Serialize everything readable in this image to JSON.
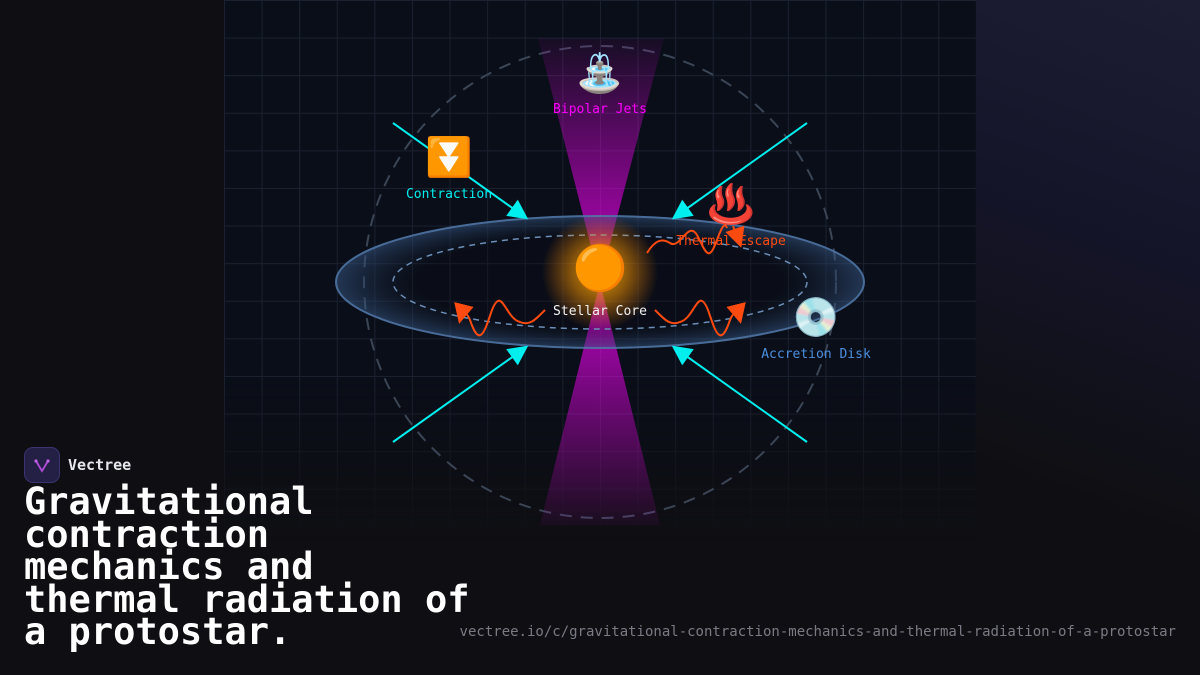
{
  "diagram": {
    "labels": {
      "jets": "Bipolar Jets",
      "contraction": "Contraction",
      "thermal": "Thermal Escape",
      "core": "Stellar Core",
      "disk": "Accretion Disk"
    },
    "icons": {
      "jets": "⛲",
      "contraction": "⏬",
      "thermal": "♨️",
      "core": "🟠",
      "disk": "💿"
    },
    "colors": {
      "jets": "#ff00ff",
      "contraction": "#00e5ee",
      "thermal": "#ff4a10",
      "core": "#ffffff",
      "disk": "#4a8fe0"
    }
  },
  "brand": {
    "name": "Vectree"
  },
  "title": "Gravitational contraction mechanics and thermal radiation of a protostar.",
  "url": "vectree.io/c/gravitational-contraction-mechanics-and-thermal-radiation-of-a-protostar"
}
